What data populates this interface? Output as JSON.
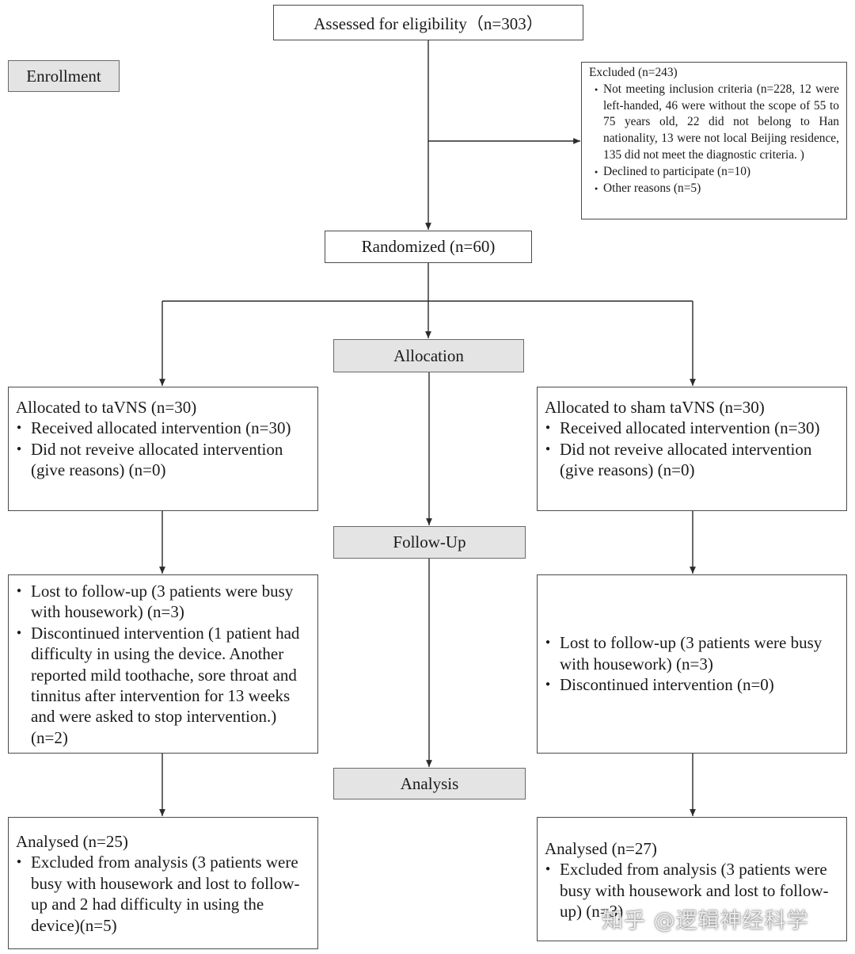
{
  "assessed": "Assessed for eligibility（n=303）",
  "enrollment": "Enrollment",
  "excluded": {
    "title": "Excluded (n=243)",
    "items": [
      "Not meeting inclusion criteria (n=228, 12 were left-handed, 46 were without the scope of 55 to 75 years old, 22 did not belong to Han nationality, 13 were not local Beijing residence, 135 did not meet the diagnostic criteria. )",
      "Declined to participate (n=10)",
      "Other reasons (n=5)"
    ]
  },
  "randomized": "Randomized (n=60)",
  "stages": {
    "allocation": "Allocation",
    "followup": "Follow-Up",
    "analysis": "Analysis"
  },
  "left": {
    "alloc_title": "Allocated to taVNS (n=30)",
    "alloc_items": [
      "Received allocated intervention (n=30)",
      "Did not reveive allocated intervention (give reasons) (n=0)"
    ],
    "followup_items": [
      "Lost to follow-up (3 patients were busy with housework) (n=3)",
      "Discontinued intervention (1 patient had difficulty in using the device. Another reported mild toothache, sore throat and tinnitus after intervention for 13 weeks and were asked to stop intervention.) (n=2)"
    ],
    "analysed_title": "Analysed (n=25)",
    "analysed_items": [
      "Excluded from analysis (3 patients were busy with housework and lost to follow-up and 2 had difficulty in using the device)(n=5)"
    ]
  },
  "right": {
    "alloc_title": "Allocated to sham taVNS (n=30)",
    "alloc_items": [
      "Received allocated intervention (n=30)",
      "Did not reveive allocated intervention (give reasons) (n=0)"
    ],
    "followup_items": [
      "Lost to follow-up (3 patients were busy with housework) (n=3)",
      "Discontinued intervention (n=0)"
    ],
    "analysed_title": "Analysed (n=27)",
    "analysed_items": [
      "Excluded from analysis (3 patients were busy with housework and lost to follow-up) (n=3)"
    ]
  },
  "watermark": "知乎 @逻辑神经科学",
  "colors": {
    "line": "#2b2b2b",
    "stage_fill": "#e4e4e4",
    "border": "#4a4a4a"
  }
}
